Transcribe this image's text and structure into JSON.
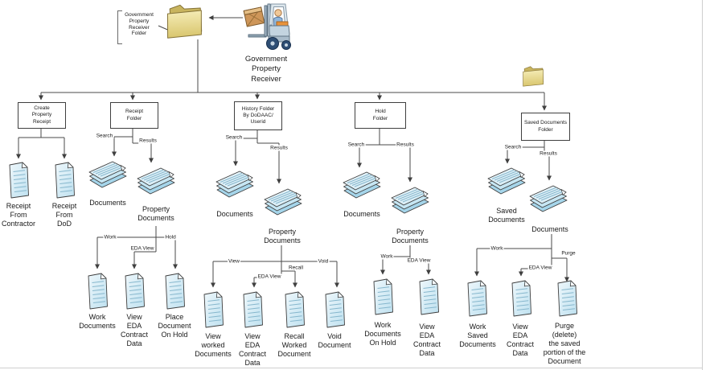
{
  "top": {
    "folder_annotation": "Government\nProperty\nReceiver\nFolder",
    "receiver_title": "Government\nProperty\nReceiver"
  },
  "boxes": {
    "create_property_receipt": "Create\nProperty\nReceipt",
    "receipt_folder": "Receipt\nFolder",
    "history_folder": "History Folder\nBy DoDAAC/\nUserid",
    "hold_folder": "Hold\nFolder",
    "saved_documents_folder": "Saved Documents\nFolder"
  },
  "edges": {
    "search": "Search",
    "results": "Results",
    "work": "Work",
    "hold": "Hold",
    "eda_view": "EDA View",
    "view": "View",
    "recall": "Recall",
    "void": "Void",
    "purge": "Purge"
  },
  "nodes": {
    "documents": "Documents",
    "property_documents": "Property\nDocuments",
    "saved_documents": "Saved\nDocuments",
    "receipt_from_contractor": "Receipt\nFrom\nContractor",
    "receipt_from_dod": "Receipt\nFrom\nDoD",
    "work_documents": "Work\nDocuments",
    "view_eda_contract_data": "View\nEDA\nContract\nData",
    "place_document_on_hold": "Place\nDocument\nOn Hold",
    "view_worked_documents": "View\nworked\nDocuments",
    "recall_worked_document": "Recall\nWorked\nDocument",
    "void_document": "Void\nDocument",
    "work_documents_on_hold": "Work\nDocuments\nOn Hold",
    "work_saved_documents": "Work\nSaved\nDocuments",
    "purge_delete_saved": "Purge\n(delete)\nthe saved\nportion of the\nDocument"
  },
  "colors": {
    "document_fill": "#DDEFF8",
    "stack_bottom_fill": "#A5D5EA",
    "folder_fill": "#EADFA0",
    "line": "#4a4a4a"
  }
}
